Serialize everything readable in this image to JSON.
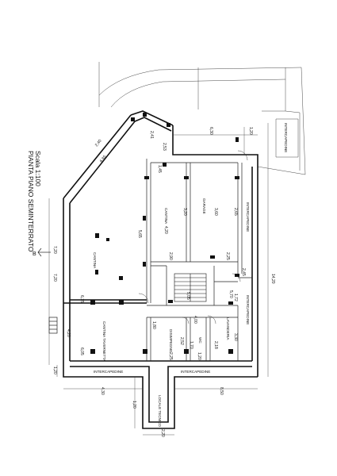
{
  "title": "PIANTA PIANO SEMINTERRATO",
  "scale": "Scala 1:100",
  "north": "B",
  "rooms": {
    "cantina_main": "CANTINA",
    "cantina_small": "CANTINA",
    "garage": "GARAGE",
    "intercapedine_right": "INTERCAPEDINE",
    "intercapedine_top": "INTERCAPEDINE",
    "lavanderia": "LAVANDERIA",
    "cantina_tavernetta": "CANTINA TAVERNETTA",
    "disimpegno": "DISIMPEGNO",
    "wc": "WC",
    "intercapedine_bottom_left": "INTERCAPEDINE",
    "intercapedine_bottom_right": "INTERCAPEDINE",
    "locale_tecnico": "LOCALE TECNICO",
    "intercapedine_right_lower": "INTERCAPEDINE"
  },
  "dimensions": {
    "top_6_30": "6,30",
    "top_1_20": "1,20",
    "total_14_20": "14,20",
    "left_7_20": "7,20",
    "left_4_20": "4,20",
    "left_1_20": "1,20",
    "left_outer_1_20": "1,20",
    "bottom_4_30": "4,30",
    "bottom_8_50": "8,50",
    "bottom_1_20": "1,20",
    "bottom_2_20": "2,20",
    "diag_6_85": "6,85",
    "diag_2_40": "2,40",
    "c_2_41": "2,41",
    "c_2_53": "2,53",
    "c_1_45": "1,45",
    "c_5_65": "5,65",
    "c_4_20": "4,20",
    "c_3_20": "3,20",
    "c_3_60": "3,60",
    "c_2_65": "2,65",
    "c_2_90": "2,90",
    "c_7_20": "7,20",
    "c_6_15": "6,15",
    "c_6_05": "6,05",
    "c_5_70": "5,70",
    "c_2_25": "2,25",
    "c_5_05": "5,05",
    "c_2_45": "2,45",
    "c_1_80": "1,80",
    "c_2_52": "2,52",
    "c_4_00": "4,00",
    "c_1_20b": "1,20",
    "c_2_25b": "2,25",
    "c_1_70": "1,70",
    "c_2_18": "2,18",
    "c_3_30": "3,30",
    "c_1_72": "1,72"
  }
}
